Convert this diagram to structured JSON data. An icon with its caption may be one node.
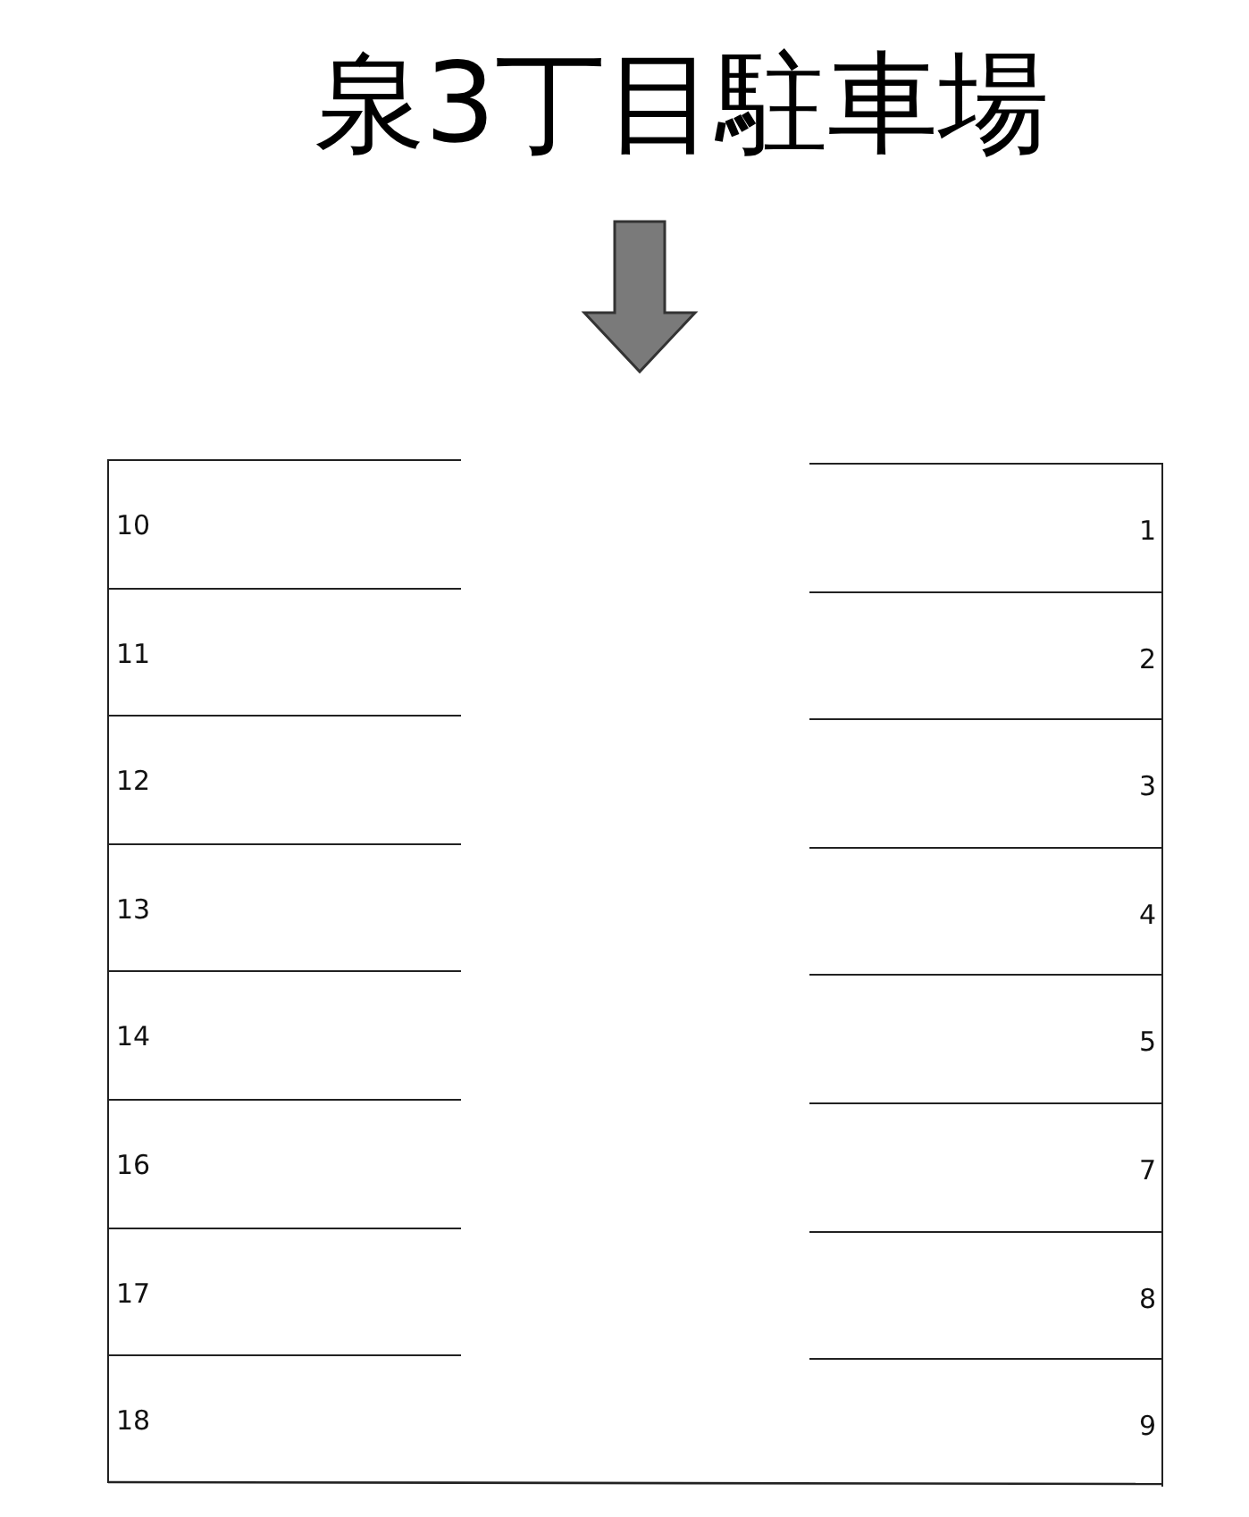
{
  "diagram": {
    "title": "泉3丁目駐車場",
    "nodes": [
      {
        "text": [
          "10"
        ]
      },
      {
        "text": [
          "1"
        ]
      },
      {
        "text": [
          "11"
        ]
      },
      {
        "text": [
          "2"
        ]
      },
      {
        "text": [
          "12"
        ]
      },
      {
        "text": [
          "3"
        ]
      },
      {
        "text": [
          "13"
        ]
      },
      {
        "text": [
          "4"
        ]
      },
      {
        "text": [
          "14"
        ]
      },
      {
        "text": [
          "5"
        ]
      },
      {
        "text": [
          "16"
        ]
      },
      {
        "text": [
          "7"
        ]
      },
      {
        "text": [
          "17"
        ]
      },
      {
        "text": [
          "8"
        ]
      },
      {
        "text": [
          "18"
        ]
      },
      {
        "text": [
          "9"
        ]
      }
    ]
  }
}
